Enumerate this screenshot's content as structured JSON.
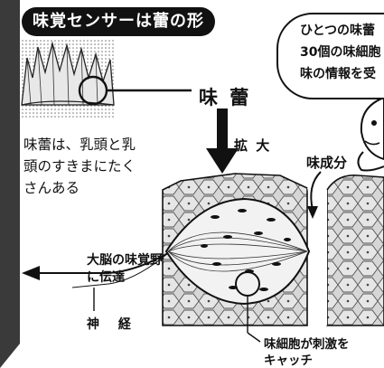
{
  "title": "味覚センサーは蕾の形",
  "bubble_lines": [
    "ひとつの味蕾",
    "30個の味細胞",
    "味の情報を受"
  ],
  "labels": {
    "taste_bud": "味 蕾",
    "enlarge": "拡 大",
    "taste_component": "味成分",
    "brain_line1": "大脳の味覚野",
    "brain_line2": "に伝達",
    "nerve": "神 経",
    "cell_line1": "味細胞が刺激を",
    "cell_line2": "キャッチ"
  },
  "description_lines": [
    "味蕾は、乳頭と乳",
    "頭のすきまにたく",
    "さんある"
  ],
  "colors": {
    "ink": "#111111",
    "tissue": "#d9d9d9",
    "cell_fill": "#ececec",
    "paper": "#ffffff"
  },
  "icons": [
    "arrow-down-icon",
    "arrow-left-icon",
    "cartoon-character"
  ]
}
